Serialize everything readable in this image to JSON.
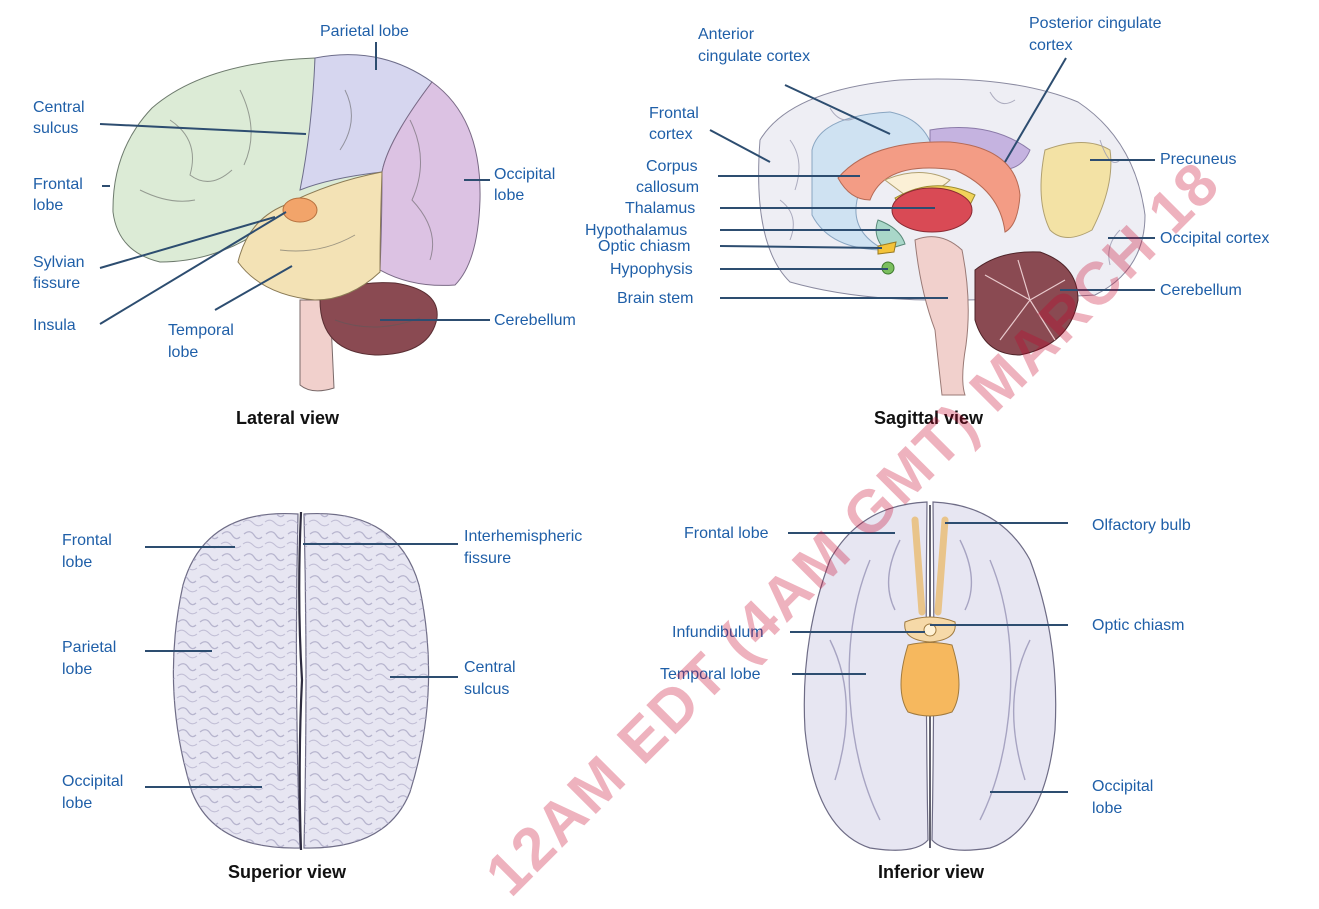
{
  "views": {
    "lateral": {
      "title": "Lateral view",
      "labels": {
        "parietal": "Parietal lobe",
        "central": [
          "Central",
          "sulcus"
        ],
        "frontal": [
          "Frontal",
          "lobe"
        ],
        "sylvian": [
          "Sylvian",
          "fissure"
        ],
        "insula": "Insula",
        "temporal": [
          "Temporal",
          "lobe"
        ],
        "occipital": [
          "Occipital",
          "lobe"
        ],
        "cerebellum": "Cerebellum"
      }
    },
    "sagittal": {
      "title": "Sagittal view",
      "labels": {
        "anterior_cingulate": [
          "Anterior",
          "cingulate cortex"
        ],
        "posterior_cingulate": [
          "Posterior cingulate",
          "cortex"
        ],
        "frontal_cortex": [
          "Frontal",
          "cortex"
        ],
        "corpus_callosum": [
          "Corpus",
          "callosum"
        ],
        "thalamus": "Thalamus",
        "hypothalamus": "Hypothalamus",
        "optic_chiasm": "Optic chiasm",
        "hypophysis": "Hypophysis",
        "brain_stem": "Brain stem",
        "precuneus": "Precuneus",
        "occipital_cortex": "Occipital cortex",
        "cerebellum": "Cerebellum"
      }
    },
    "superior": {
      "title": "Superior view",
      "labels": {
        "frontal": [
          "Frontal",
          "lobe"
        ],
        "parietal": [
          "Parietal",
          "lobe"
        ],
        "occipital": [
          "Occipital",
          "lobe"
        ],
        "interhemispheric": [
          "Interhemispheric",
          "fissure"
        ],
        "central": [
          "Central",
          "sulcus"
        ]
      }
    },
    "inferior": {
      "title": "Inferior view",
      "labels": {
        "frontal": "Frontal lobe",
        "infundibulum": "Infundibulum",
        "temporal": "Temporal lobe",
        "olfactory": "Olfactory bulb",
        "optic_chiasm": "Optic chiasm",
        "occipital": [
          "Occipital",
          "lobe"
        ]
      }
    }
  },
  "watermark": "12AM EDT (4AM GMT) MARCH 18",
  "colors": {
    "label": "#1f5fa8",
    "frontal": "#dcebd6",
    "parietal": "#d6d6ef",
    "occipital": "#dcc2e3",
    "temporal": "#f3e2b5",
    "insula": "#f2a46a",
    "cerebellum": "#8a4a52",
    "brainstem": "#f1d0cc",
    "corpus_callosum": "#f39c85",
    "thalamus": "#d94a55",
    "cortex_grey": "#e7e6f2",
    "watermark": "#c80028"
  }
}
